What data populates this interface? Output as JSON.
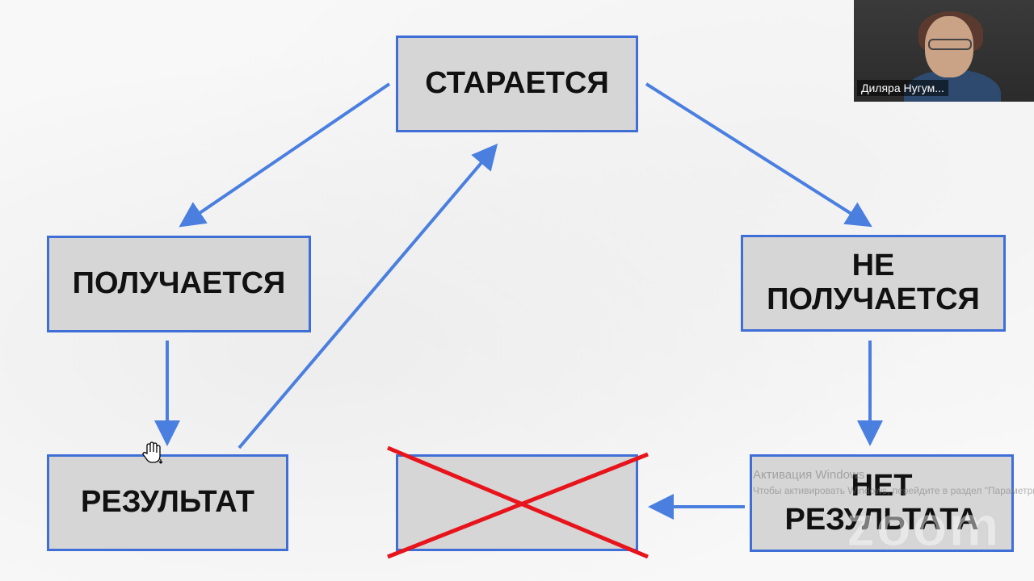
{
  "diagram": {
    "boxes": {
      "tries": "СТАРАЕТСЯ",
      "works": "ПОЛУЧАЕТСЯ",
      "not_works_line1": "НЕ",
      "not_works_line2": "ПОЛУЧАЕТСЯ",
      "result": "РЕЗУЛЬТАТ",
      "crossed": "",
      "no_result_line1": "НЕТ",
      "no_result_line2": "РЕЗУЛЬТАТА"
    },
    "colors": {
      "box_fill": "#d6d6d6",
      "box_border": "#3f6fd6",
      "arrow": "#4a7fe0",
      "cross": "#e8141c"
    }
  },
  "watermark": {
    "title": "Активация Windows",
    "subtitle": "Чтобы активировать Windows, перейдите в раздел \"Параметры\"."
  },
  "zoom": {
    "logo": "zoom",
    "participant_name": "Диляра Нугум..."
  }
}
